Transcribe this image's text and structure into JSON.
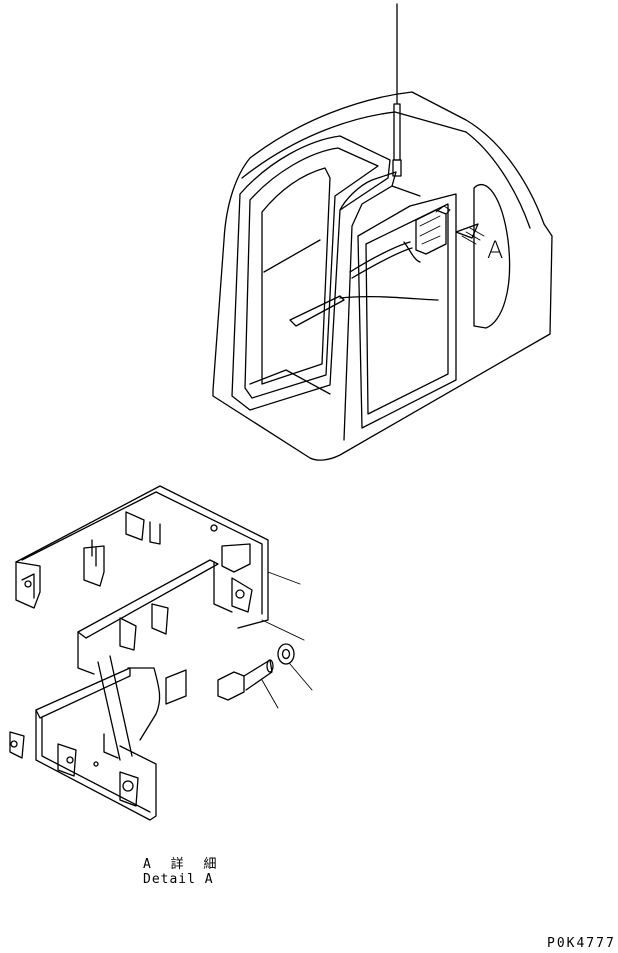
{
  "view_label": "A",
  "detail_caption": {
    "japanese": "A 詳 細",
    "english": "Detail A"
  },
  "drawing_number": "P0K4777"
}
